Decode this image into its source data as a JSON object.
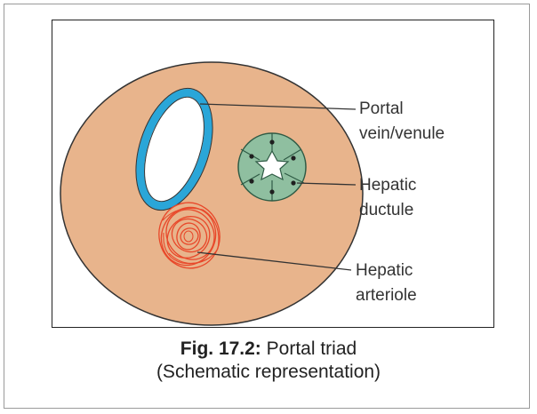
{
  "labels": {
    "portal_vein_line1": "Portal",
    "portal_vein_line2": "vein/venule",
    "hepatic_ductule_line1": "Hepatic",
    "hepatic_ductule_line2": "ductule",
    "hepatic_arteriole_line1": "Hepatic",
    "hepatic_arteriole_line2": "arteriole"
  },
  "caption": {
    "figure_number": "Fig. 17.2:",
    "title": "Portal triad",
    "subtitle": "(Schematic representation)"
  },
  "colors": {
    "tissue": "#e8b48c",
    "vein_wall": "#2aa6d8",
    "ductule_cells": "#8fbfa0",
    "arteriole": "#e8482a"
  }
}
